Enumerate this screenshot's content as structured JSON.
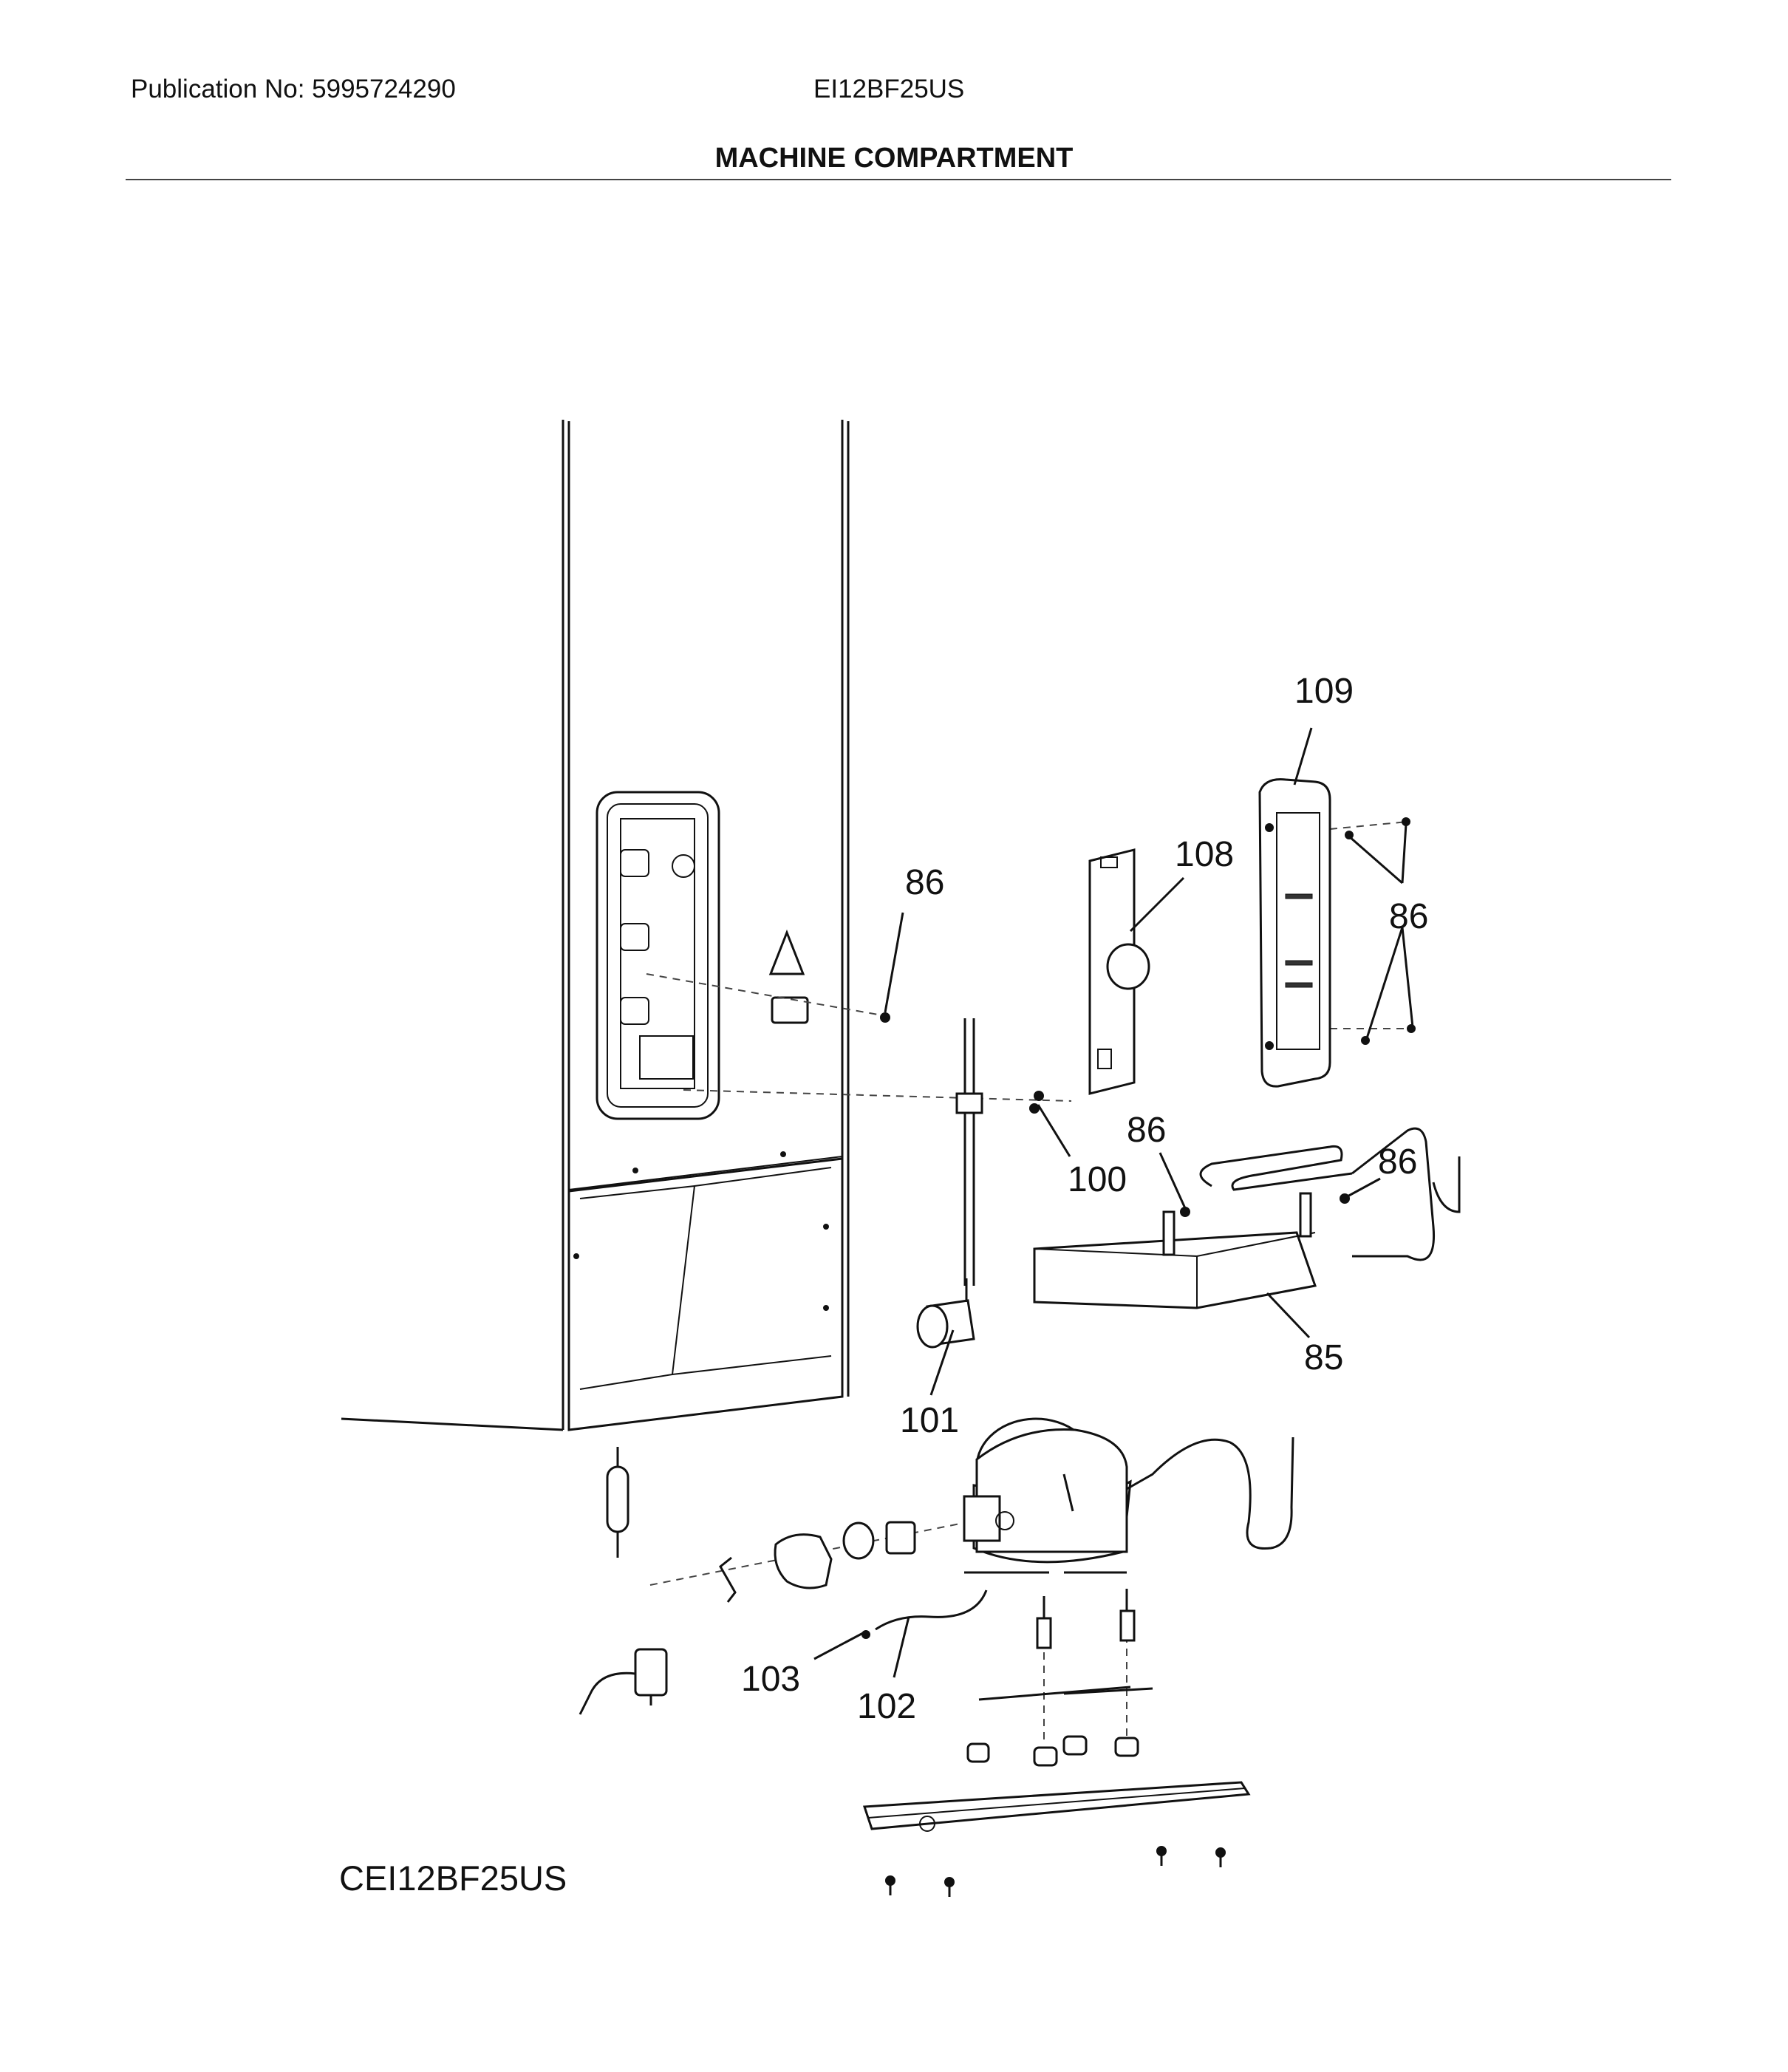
{
  "header": {
    "publication": "Publication No: 5995724290",
    "model": "EI12BF25US",
    "title": "MACHINE COMPARTMENT"
  },
  "callouts": {
    "c109": "109",
    "c108": "108",
    "c86a": "86",
    "c86b": "86",
    "c86c": "86",
    "c86d": "86",
    "c100": "100",
    "c85": "85",
    "c101": "101",
    "c103": "103",
    "c102": "102"
  },
  "footer": {
    "code": "CEI12BF25US"
  }
}
